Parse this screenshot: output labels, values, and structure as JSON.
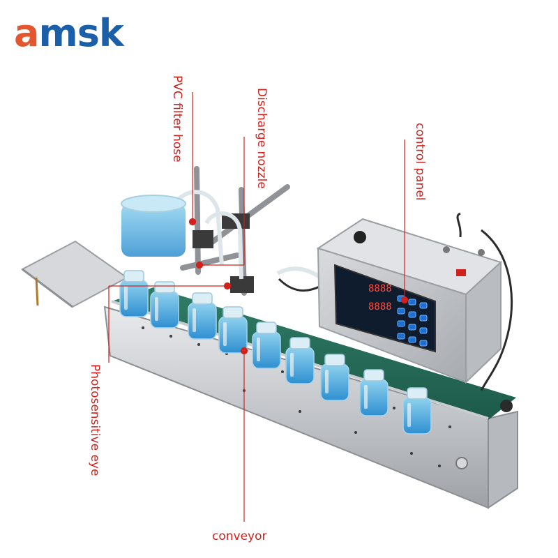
{
  "brand": {
    "logo_part1": "a",
    "logo_part2": "msk",
    "color_orange": "#e4572e",
    "color_blue": "#1a5fa8"
  },
  "annotations": {
    "pvc_filter_hose": "PVC filter hose",
    "discharge_nozzle": "Discharge nozzle",
    "control_panel": "control panel",
    "photosensitive_eye": "Photosensitive eye",
    "conveyor": "conveyor",
    "color": "#d0211c"
  },
  "display": {
    "row1": "8888",
    "row2": "8888"
  },
  "bottle_count": 9
}
